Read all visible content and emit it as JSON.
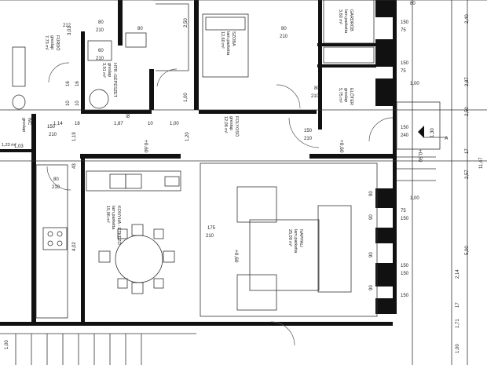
{
  "rooms": {
    "furdo": {
      "name": "FÜRDŐ",
      "floor": "greslap",
      "area": "7,73 m²"
    },
    "htr": {
      "name": "HTR.-GÉPÉSZET",
      "floor": "greslap",
      "area": "3,91 m²"
    },
    "szoba": {
      "name": "SZOBA",
      "floor": "lam.parketta",
      "area": "12,60 m²"
    },
    "gardrob": {
      "name": "GARDRÓB",
      "floor": "lam.parketta",
      "area": "3,60 m²"
    },
    "eloter": {
      "name": "ELŐTÉR",
      "floor": "greslap",
      "area": "5,75 m²"
    },
    "folyoso": {
      "name": "FOLYOSÓ",
      "floor": "greslap",
      "area": "12,06 m²"
    },
    "wc": {
      "name": "WC",
      "floor": "greslap",
      "area": "1,23 m²"
    },
    "konyha": {
      "name": "KONYHA - ÉTKEZŐ",
      "floor": "lam.parketta",
      "area": "15,96 m²"
    },
    "nappali": {
      "name": "NAPPALI",
      "floor": "lam.parketta",
      "area": "25,00 m²"
    }
  },
  "levels": {
    "folyoso": "+0,60",
    "eloter": "+0,60",
    "konyha": "+0,60",
    "entrance": "+0,59"
  },
  "section_marker": "A",
  "dimensions": {
    "d301": "3,01",
    "d80a": "80",
    "d210a": "210",
    "d250": "2,50",
    "d80b": "80",
    "d210b": "210",
    "d60": "60",
    "d210c": "210",
    "d150a": "150",
    "d150b": "150",
    "d212": "212",
    "d80c": "80",
    "d210d": "210",
    "d16a": "16",
    "d16b": "16",
    "d10a": "10",
    "d10b": "10",
    "d100a": "1,00",
    "d18": "18",
    "d187": "1,87",
    "d10c": "10",
    "d100b": "1,00",
    "d120": "1,20",
    "d114": "1,14",
    "d103": "1,03",
    "d119": "1,19",
    "d43": "43",
    "d150c": "150",
    "d210e": "210",
    "d60b": "60",
    "d210f": "210",
    "d150d": "150",
    "d240": "240",
    "d130": "1,30",
    "d150e": "150",
    "d100c": "1,00",
    "d150f": "150",
    "d80d": "80",
    "d80e": "80",
    "d210g": "210",
    "d175": "175",
    "d210h": "210",
    "d402": "4,02",
    "d75a": "75",
    "d150g": "150",
    "d75b": "75",
    "d150h": "150",
    "d75c": "75",
    "d150i": "150",
    "d90a": "90",
    "d90b": "90",
    "d90c": "90",
    "d90d": "90",
    "d100d": "1,00",
    "d80f": "80",
    "r240": "2,40",
    "r287": "2,87",
    "r250": "2,50",
    "r17": "17",
    "r1147": "11,47",
    "r257": "2,57",
    "r500": "5,00",
    "r214": "2,14",
    "r17b": "17",
    "r171": "1,71",
    "r100": "1,00",
    "r100b": "1,00"
  }
}
